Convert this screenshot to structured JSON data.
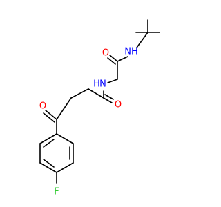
{
  "colors": {
    "background": "#ffffff",
    "bond": "#000000",
    "oxygen": "#ff0000",
    "nitrogen": "#0000ff",
    "fluorine": "#33cc33"
  },
  "atoms": {
    "nh_amide1": "NH",
    "o_amide1": "O",
    "n_amide2": "N",
    "h_amide2": "H",
    "o_amide2": "O",
    "o_ketone": "O",
    "f_aryl": "F"
  }
}
